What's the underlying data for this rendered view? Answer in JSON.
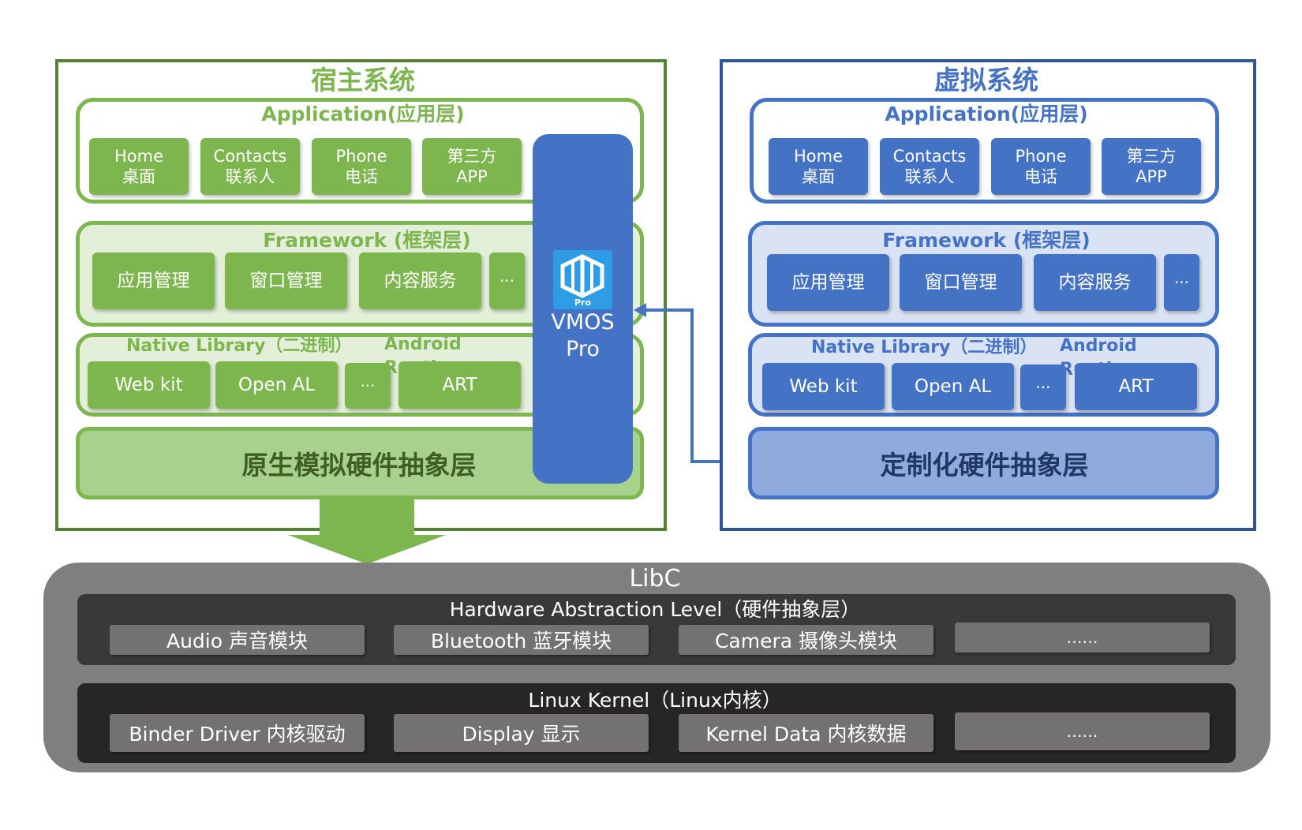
{
  "host": {
    "title": "宿主系统",
    "application": {
      "title": "Application(应用层)",
      "apps": [
        {
          "line1": "Home",
          "line2": "桌面"
        },
        {
          "line1": "Contacts",
          "line2": "联系人"
        },
        {
          "line1": "Phone",
          "line2": "电话"
        },
        {
          "line1": "第三方",
          "line2": "APP"
        }
      ]
    },
    "framework": {
      "title": "Framework (框架层)",
      "items": [
        "应用管理",
        "窗口管理",
        "内容服务",
        "···"
      ]
    },
    "native": {
      "title": "Native Library（二进制）",
      "runtime_title": "Android Runtime",
      "items": [
        "Web kit",
        "Open AL",
        "···",
        "ART"
      ]
    },
    "hal": "原生模拟硬件抽象层"
  },
  "vmos": {
    "line1": "VMOS",
    "line2": "Pro",
    "logo_text": "Pro"
  },
  "guest": {
    "title": "虚拟系统",
    "application": {
      "title": "Application(应用层)",
      "apps": [
        {
          "line1": "Home",
          "line2": "桌面"
        },
        {
          "line1": "Contacts",
          "line2": "联系人"
        },
        {
          "line1": "Phone",
          "line2": "电话"
        },
        {
          "line1": "第三方",
          "line2": "APP"
        }
      ]
    },
    "framework": {
      "title": "Framework (框架层)",
      "items": [
        "应用管理",
        "窗口管理",
        "内容服务",
        "···"
      ]
    },
    "native": {
      "title": "Native Library（二进制）",
      "runtime_title": "Android Runtime",
      "items": [
        "Web kit",
        "Open AL",
        "···",
        "ART"
      ]
    },
    "hal": "定制化硬件抽象层"
  },
  "libc": {
    "title": "LibC",
    "hal_level": {
      "title": "Hardware Abstraction Level（硬件抽象层）",
      "modules": [
        "Audio 声音模块",
        "Bluetooth 蓝牙模块",
        "Camera 摄像头模块",
        "……"
      ]
    },
    "kernel": {
      "title": "Linux Kernel（Linux内核）",
      "modules": [
        "Binder Driver 内核驱动",
        "Display 显示",
        "Kernel Data 内核数据",
        "……"
      ]
    }
  },
  "colors": {
    "green": "#7db64f",
    "dark_green": "#548235",
    "blue": "#4472c4",
    "dark_blue": "#2f5597",
    "gray_outer": "#7f7f7f",
    "gray_module": "#747171"
  }
}
